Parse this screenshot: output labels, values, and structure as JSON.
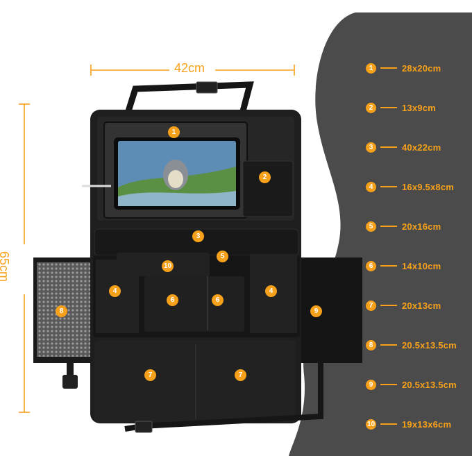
{
  "dimensions": {
    "width_label": "42cm",
    "height_label": "65cm"
  },
  "specs": [
    {
      "num": "1",
      "size": "28x20cm"
    },
    {
      "num": "2",
      "size": "13x9cm"
    },
    {
      "num": "3",
      "size": "40x22cm"
    },
    {
      "num": "4",
      "size": "16x9.5x8cm"
    },
    {
      "num": "5",
      "size": "20x16cm"
    },
    {
      "num": "6",
      "size": "14x10cm"
    },
    {
      "num": "7",
      "size": "20x13cm"
    },
    {
      "num": "8",
      "size": "20.5x13.5cm"
    },
    {
      "num": "9",
      "size": "20.5x13.5cm"
    },
    {
      "num": "10",
      "size": "19x13x6cm"
    }
  ],
  "product_badges": [
    "1",
    "2",
    "3",
    "10",
    "5",
    "4",
    "6",
    "6",
    "4",
    "8",
    "9",
    "7",
    "7"
  ],
  "colors": {
    "accent": "#f7a11a",
    "panel": "#4b4b4b",
    "organizer": "#1b1b1b"
  }
}
